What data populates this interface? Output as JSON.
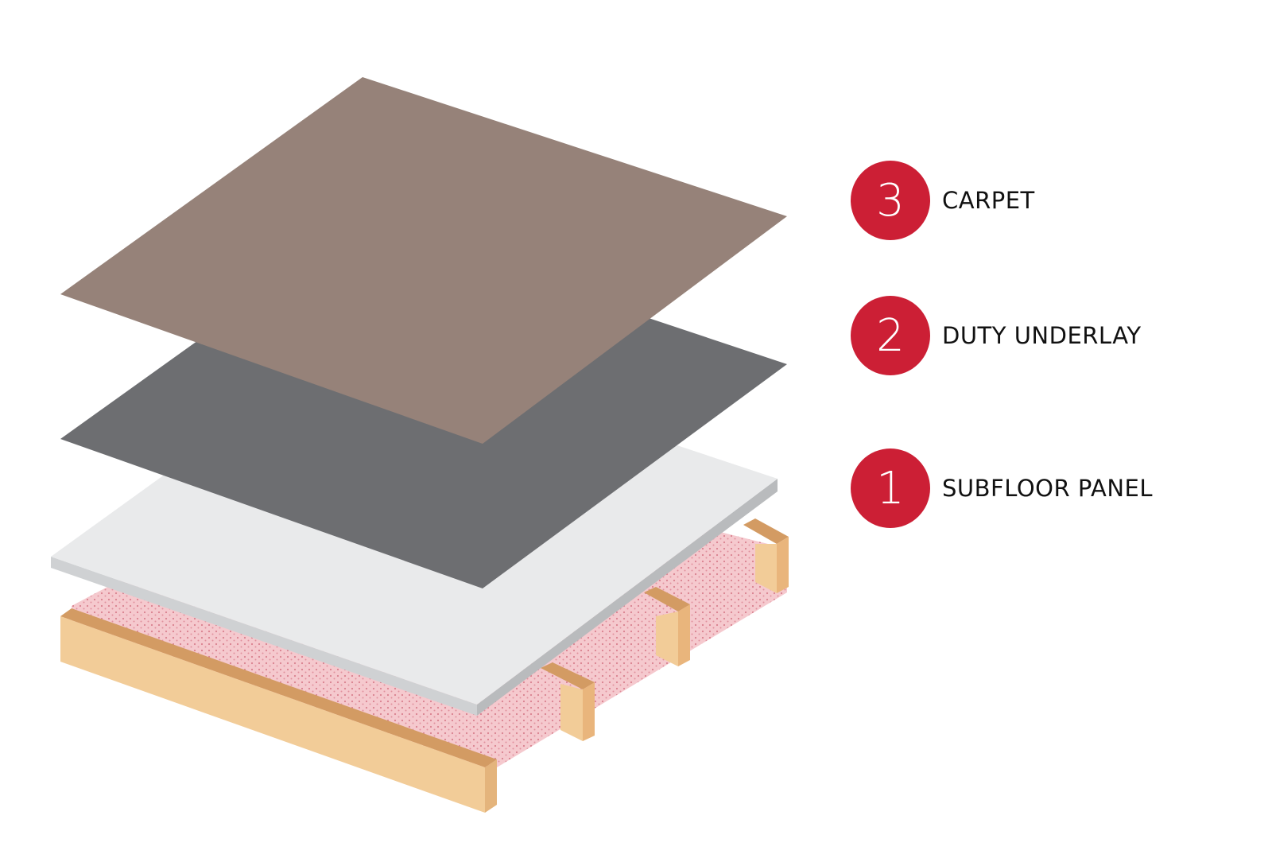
{
  "colors": {
    "carpet": "#968279",
    "underlay": "#6d6e71",
    "subfloor_top": "#e9eaeb",
    "subfloor_edge": "#b9bbbd",
    "insulation": "#f3c2c8",
    "wood_face": "#f2cc98",
    "wood_top": "#d39b63",
    "badge": "#cc1f35"
  },
  "legend": [
    {
      "number": "3",
      "label": "CARPET"
    },
    {
      "number": "2",
      "label": "DUTY UNDERLAY"
    },
    {
      "number": "1",
      "label": "SUBFLOOR PANEL"
    }
  ]
}
